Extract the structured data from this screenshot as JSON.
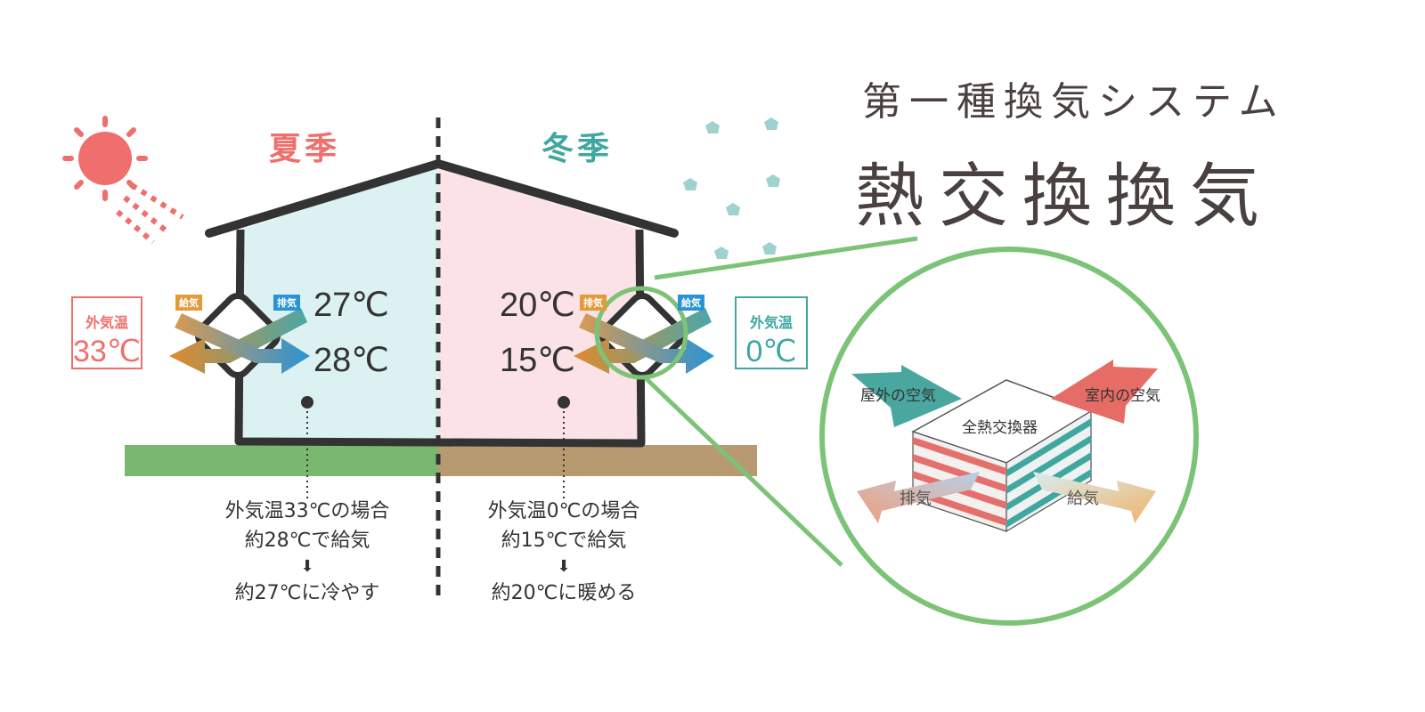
{
  "header": {
    "subtitle": "第一種換気システム",
    "title": "熱交換換気"
  },
  "seasons": {
    "summer": {
      "label": "夏季",
      "supply_tag": "給気",
      "exhaust_tag": "排気",
      "indoor_temp": "27℃",
      "supply_temp": "28℃",
      "outdoor_label": "外気温",
      "outdoor_temp": "33℃",
      "note_line1": "外気温33℃の場合",
      "note_line2": "約28℃で給気",
      "note_arrow": "⬇",
      "note_line3": "約27℃に冷やす"
    },
    "winter": {
      "label": "冬季",
      "supply_tag": "給気",
      "exhaust_tag": "排気",
      "indoor_temp": "20℃",
      "supply_temp": "15℃",
      "outdoor_label": "外気温",
      "outdoor_temp": "0℃",
      "note_line1": "外気温0℃の場合",
      "note_line2": "約15℃で給気",
      "note_arrow": "⬇",
      "note_line3": "約20℃に暖める"
    }
  },
  "exchanger": {
    "core_label": "全熱交換器",
    "outdoor_air": "屋外の空気",
    "indoor_air": "室内の空気",
    "exhaust": "排気",
    "supply": "給気"
  },
  "icons": [
    "sun-icon",
    "snowflake-icon",
    "heat-exchanger-icon"
  ],
  "colors": {
    "summer_accent": "#ef6f6c",
    "winter_accent": "#3fa7a0",
    "summer_interior": "#dcf1f2",
    "winter_interior": "#fbe2e6",
    "ground_summer": "#79b86e",
    "ground_winter": "#b89a70",
    "zoom_circle": "#7cc377",
    "supply_orange": "#e39a3a",
    "exhaust_blue": "#2a93d5",
    "outline": "#333333"
  }
}
